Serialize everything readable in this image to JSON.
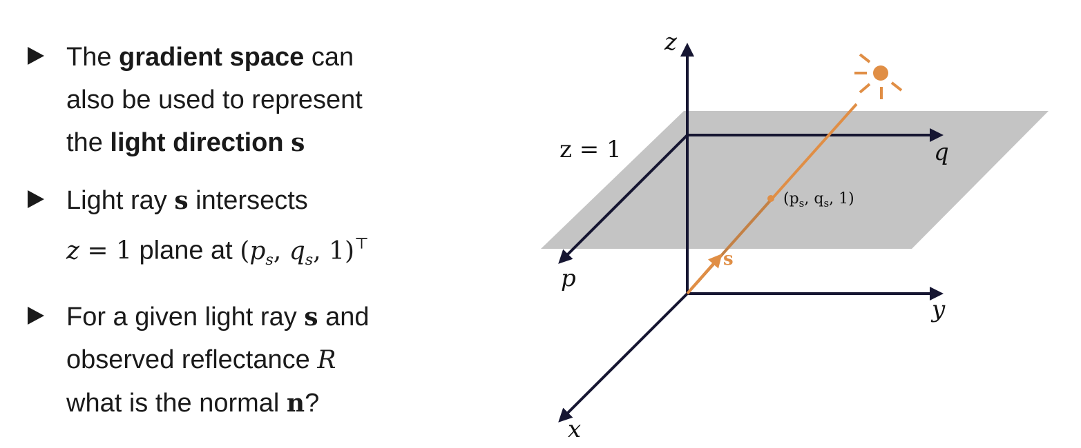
{
  "bullets": [
    {
      "line1_pre": "The ",
      "line1_bold": "gradient space",
      "line1_post": " can",
      "line2": "also be used to represent",
      "line3_pre": "the ",
      "line3_bold": "light direction",
      "line3_math": "s"
    },
    {
      "line1_pre": "Light ray ",
      "line1_math": "s",
      "line1_post": " intersects",
      "line2_math_z": "z",
      "line2_math_eq": " = 1",
      "line2_text": " plane at ",
      "line2_math_point_open": "(",
      "line2_math_p": "p",
      "line2_math_p_sub": "s",
      "line2_math_sep1": ", ",
      "line2_math_q": "q",
      "line2_math_q_sub": "s",
      "line2_math_tail": ", 1)",
      "line2_math_sup": "⊤"
    },
    {
      "line1_pre": "For a given light ray ",
      "line1_math": "s",
      "line1_post": " and",
      "line2_pre": "observed reflectance ",
      "line2_math": "R",
      "line3_pre": "what is the normal ",
      "line3_math": "n",
      "line3_post": "?"
    }
  ],
  "diagram": {
    "axis_z": "z",
    "axis_q": "q",
    "axis_p": "p",
    "axis_y": "y",
    "axis_x": "x",
    "plane_label": "z = 1",
    "point_label": "(p",
    "point_label_sub1": "s",
    "point_label_mid": ", q",
    "point_label_sub2": "s",
    "point_label_end": ", 1)",
    "ray_label": "s",
    "colors": {
      "plane": "#c4c4c4",
      "axis": "#161632",
      "light": "#e08e45"
    }
  }
}
